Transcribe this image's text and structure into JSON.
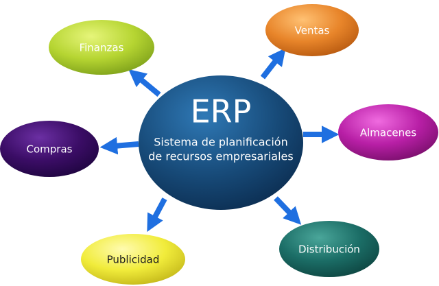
{
  "center": {
    "title": "ERP",
    "subtitle_line1": "Sistema de planificación",
    "subtitle_line2": "de recursos empresariales",
    "color": "#174a78"
  },
  "nodes": [
    {
      "id": "finanzas",
      "label": "Finanzas",
      "color": "#b6d532",
      "text_color": "#ffffff"
    },
    {
      "id": "ventas",
      "label": "Ventas",
      "color": "#e8852a",
      "text_color": "#ffffff"
    },
    {
      "id": "almacenes",
      "label": "Almacenes",
      "color": "#b81fa6",
      "text_color": "#ffffff"
    },
    {
      "id": "distribucion",
      "label": "Distribución",
      "color": "#1b6d66",
      "text_color": "#ffffff"
    },
    {
      "id": "publicidad",
      "label": "Publicidad",
      "color": "#f1ec3b",
      "text_color": "#1e1e1e"
    },
    {
      "id": "compras",
      "label": "Compras",
      "color": "#3b0d66",
      "text_color": "#ffffff"
    }
  ],
  "arrow_color": "#1f6fe0"
}
